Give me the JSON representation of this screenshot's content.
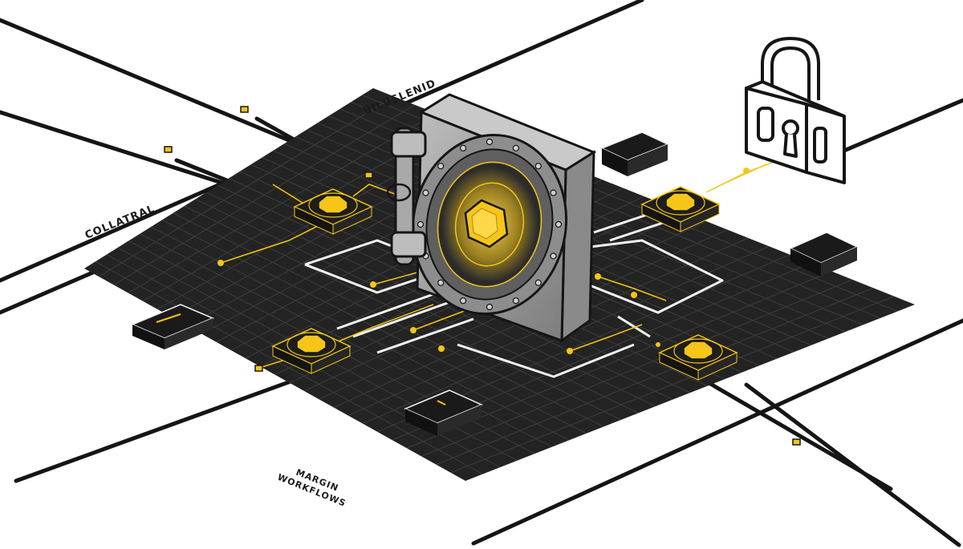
{
  "labels": {
    "top": "BILUSLENID",
    "left": "COLLATRAL",
    "bottom_line1": "MARGIN",
    "bottom_line2": "WORKFLOWS"
  },
  "colors": {
    "background": "#ffffff",
    "board": "#232323",
    "grid": "#3a3a3a",
    "accent_gold": "#f5c518",
    "trace_white": "#f2f2f2",
    "vault_steel": "#9a9a9a",
    "ink": "#151515"
  },
  "icons": [
    "vault-icon",
    "padlock-icon",
    "gold-token-icon",
    "chip-icon"
  ]
}
